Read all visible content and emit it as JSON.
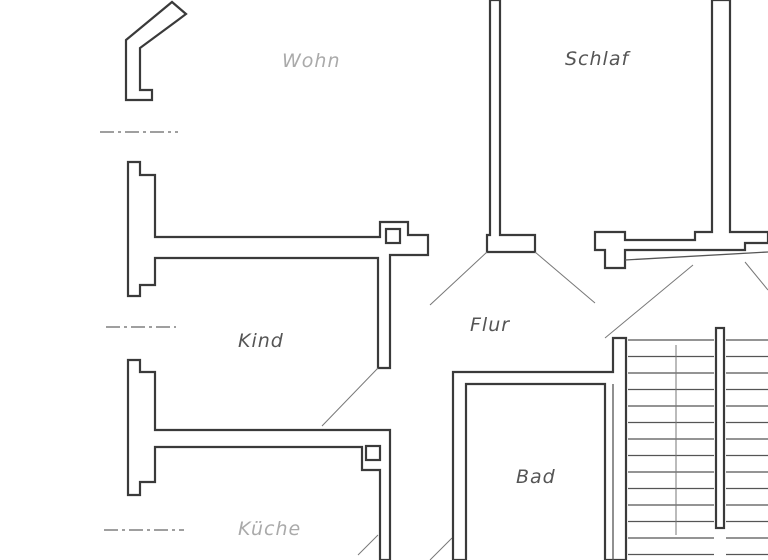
{
  "rooms": {
    "living": "Wohn",
    "bedroom": "Schlaf",
    "child": "Kind",
    "hall": "Flur",
    "bath": "Bad",
    "kitchen": "Küche"
  },
  "colors": {
    "line": "#3a3a3a",
    "background": "#ffffff"
  }
}
